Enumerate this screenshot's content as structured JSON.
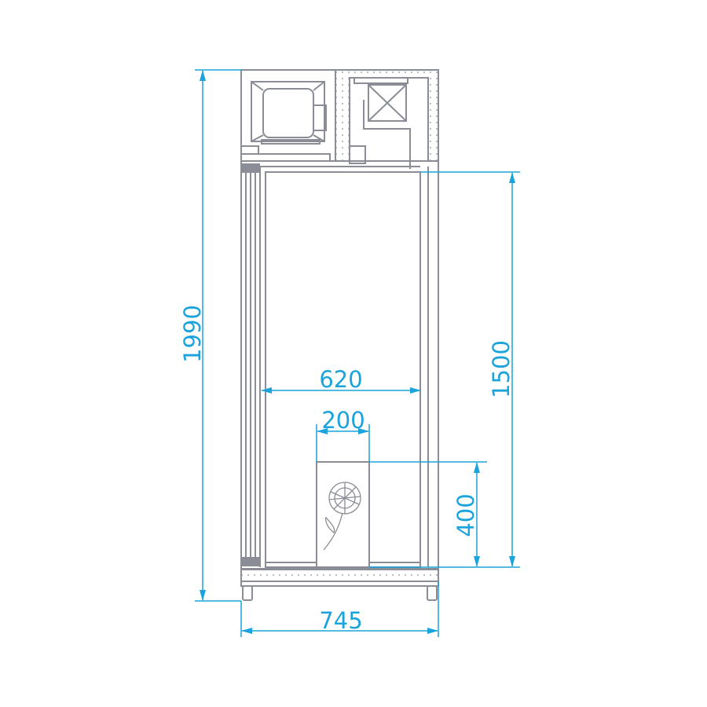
{
  "dimensions": {
    "total_height": "1990",
    "chamber_height": "1500",
    "inner_width": "620",
    "product_width": "200",
    "product_height": "400",
    "total_width": "745"
  },
  "colors": {
    "outline": "#8a8d96",
    "dimension": "#1aa3dc"
  }
}
